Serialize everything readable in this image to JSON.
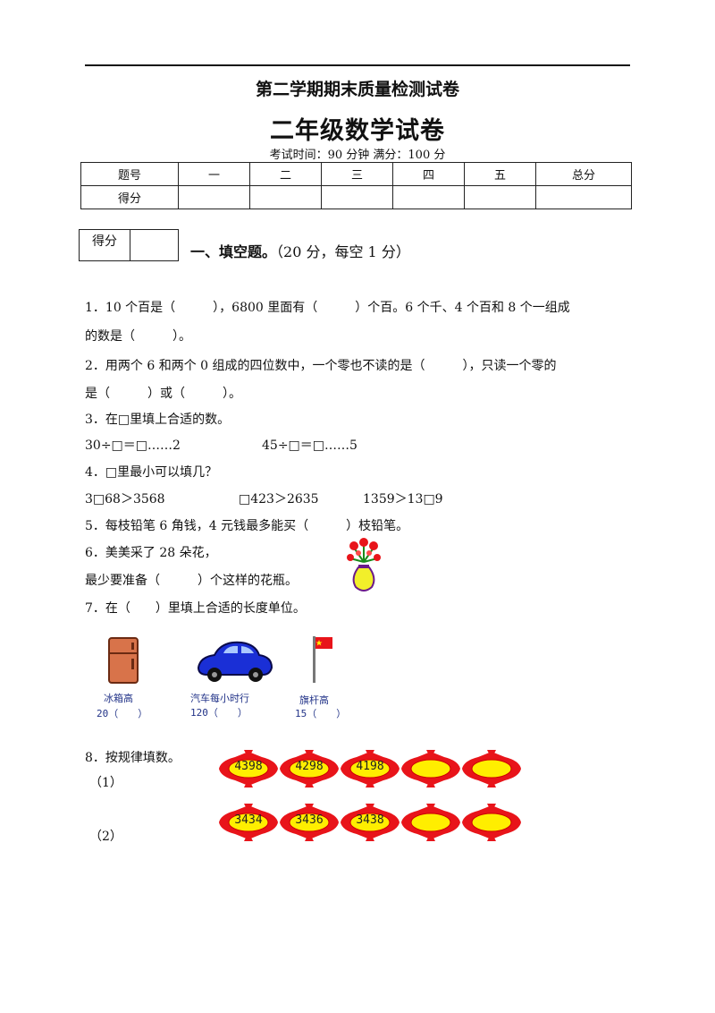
{
  "header": {
    "title": "第二学期期末质量检测试卷",
    "subtitle": "二年级数学试卷",
    "exam_info": "考试时间：90 分钟   满分：100 分"
  },
  "score_table": {
    "row1": [
      "题号",
      "一",
      "二",
      "三",
      "四",
      "五",
      "总分"
    ],
    "row2_label": "得分"
  },
  "section1": {
    "score_label": "得分",
    "title": "一、填空题。",
    "note": "（20 分，每空 1 分）"
  },
  "questions": {
    "q1_a": "1．10 个百是（　　　），6800 里面有（　　　）个百。6 个千、4 个百和 8 个一组成",
    "q1_b": "的数是（　　　）。",
    "q2_a": "2．用两个 6 和两个 0 组成的四位数中，一个零也不读的是（　　　），只读一个零的",
    "q2_b": "是（　　　）或（　　　）。",
    "q3": "3．在□里填上合适的数。",
    "q3_e1": "30÷□＝□……2",
    "q3_e2": "45÷□＝□……5",
    "q4": "4．□里最小可以填几？",
    "q4_e1": "3□68＞3568",
    "q4_e2": "□423＞2635",
    "q4_e3": "1359＞13□9",
    "q5": "5．每枝铅笔 6 角钱，4 元钱最多能买（　　　）枝铅笔。",
    "q6_a": "6．美美采了 28 朵花，",
    "q6_b": "最少要准备（　　　）个这样的花瓶。",
    "q7": "7．在（　　）里填上合适的长度单位。",
    "q8": "8．按规律填数。",
    "q8_1": "（1）",
    "q8_2": "（2）"
  },
  "pictures": {
    "fridge_caption": "冰箱高",
    "fridge_value": "20（　　）",
    "car_caption": "汽车每小时行",
    "car_value": "120（　　）",
    "flag_caption": "旗杆高",
    "flag_value": "15（　　）"
  },
  "lanterns": {
    "row1": [
      "4398",
      "4298",
      "4198",
      "",
      ""
    ],
    "row2": [
      "3434",
      "3436",
      "3438",
      "",
      ""
    ]
  },
  "colors": {
    "lantern_red": "#e8141a",
    "lantern_yellow": "#ffee00",
    "car_blue": "#1a2fd6"
  }
}
